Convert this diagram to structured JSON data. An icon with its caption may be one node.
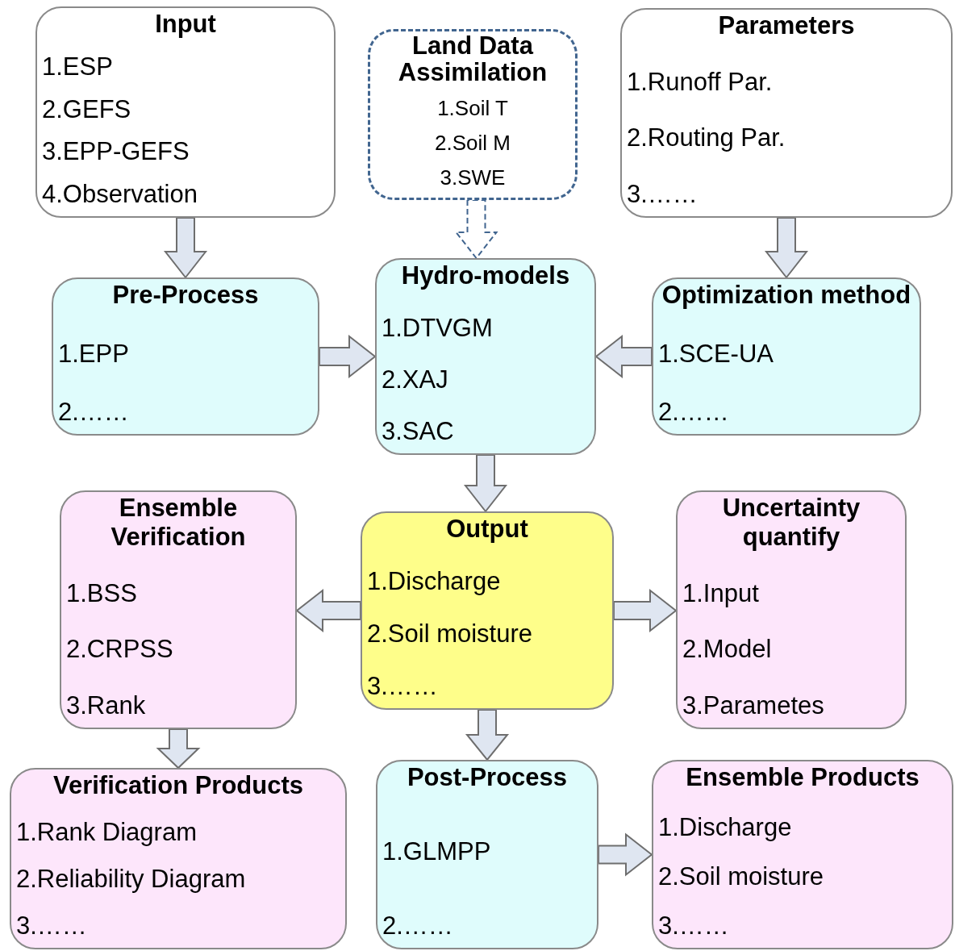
{
  "diagram": {
    "nodes": [
      {
        "text": [
          "Input",
          "1.ESP",
          "2.GEFS",
          "3.EPP-GEFS",
          "4.Observation"
        ]
      },
      {
        "text": [
          "Land Data Assimilation",
          "1.Soil T",
          "2.Soil M",
          "3.SWE"
        ]
      },
      {
        "text": [
          "Parameters",
          "1.Runoff Par.",
          "2.Routing Par.",
          "3.……"
        ]
      },
      {
        "text": [
          "Pre-Process",
          "1.EPP",
          "2.……"
        ]
      },
      {
        "text": [
          "Hydro-models",
          "1.DTVGM",
          "2.XAJ",
          "3.SAC"
        ]
      },
      {
        "text": [
          "Optimization method",
          "1.SCE-UA",
          "2.……"
        ]
      },
      {
        "text": [
          "Ensemble Verification",
          "1.BSS",
          "2.CRPSS",
          "3.Rank"
        ]
      },
      {
        "text": [
          "Output",
          "1.Discharge",
          "2.Soil moisture",
          "3.……"
        ]
      },
      {
        "text": [
          "Uncertainty quantify",
          "1.Input",
          "2.Model",
          "3.Parametes"
        ]
      },
      {
        "text": [
          "Verification Products",
          "1.Rank Diagram",
          "2.Reliability Diagram",
          "3.……"
        ]
      },
      {
        "text": [
          "Post-Process",
          "1.GLMPP",
          "2.……"
        ]
      },
      {
        "text": [
          "Ensemble Products",
          "1.Discharge",
          "2.Soil moisture",
          "3.……"
        ]
      }
    ],
    "edges": [
      {
        "from": 0,
        "to": 3,
        "arrow": "to"
      },
      {
        "from": 1,
        "to": 4,
        "arrow": "to",
        "style": "dashed",
        "color": "#41658f"
      },
      {
        "from": 2,
        "to": 5,
        "arrow": "to"
      },
      {
        "from": 3,
        "to": 4,
        "arrow": "to"
      },
      {
        "from": 5,
        "to": 4,
        "arrow": "to"
      },
      {
        "from": 4,
        "to": 7,
        "arrow": "to"
      },
      {
        "from": 7,
        "to": 6,
        "arrow": "to"
      },
      {
        "from": 7,
        "to": 8,
        "arrow": "to"
      },
      {
        "from": 6,
        "to": 9,
        "arrow": "to"
      },
      {
        "from": 7,
        "to": 10,
        "arrow": "to"
      },
      {
        "from": 10,
        "to": 11,
        "arrow": "to"
      }
    ]
  }
}
